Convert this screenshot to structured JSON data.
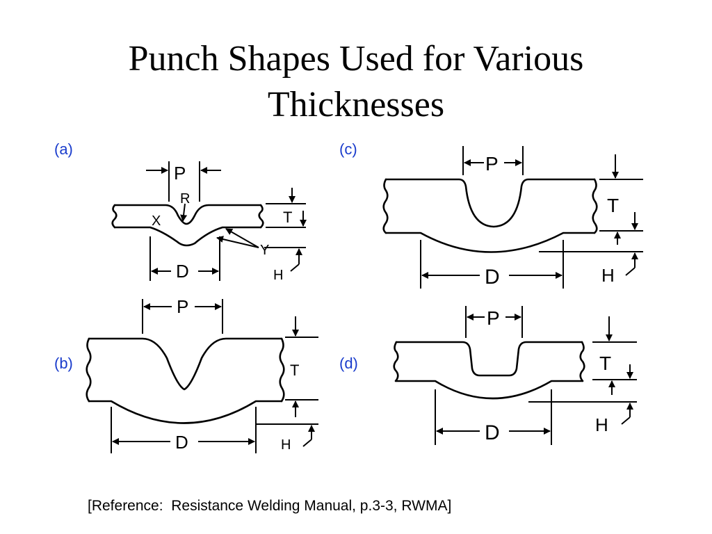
{
  "title": {
    "line1": "Punch Shapes Used for Various",
    "line2": "Thicknesses"
  },
  "panels": {
    "a": {
      "label": "(a)",
      "p": "P",
      "r": "R",
      "x": "X",
      "y": "Y",
      "t": "T",
      "h": "H",
      "d": "D"
    },
    "b": {
      "label": "(b)",
      "p": "P",
      "t": "T",
      "h": "H",
      "d": "D"
    },
    "c": {
      "label": "(c)",
      "p": "P",
      "t": "T",
      "h": "H",
      "d": "D"
    },
    "d": {
      "label": "(d)",
      "p": "P",
      "t": "T",
      "h": "H",
      "d": "D"
    }
  },
  "reference": "[Reference:  Resistance Welding Manual, p.3-3, RWMA]",
  "colors": {
    "panel_label": "#1a3ccc",
    "line": "#000000",
    "background": "#ffffff"
  }
}
